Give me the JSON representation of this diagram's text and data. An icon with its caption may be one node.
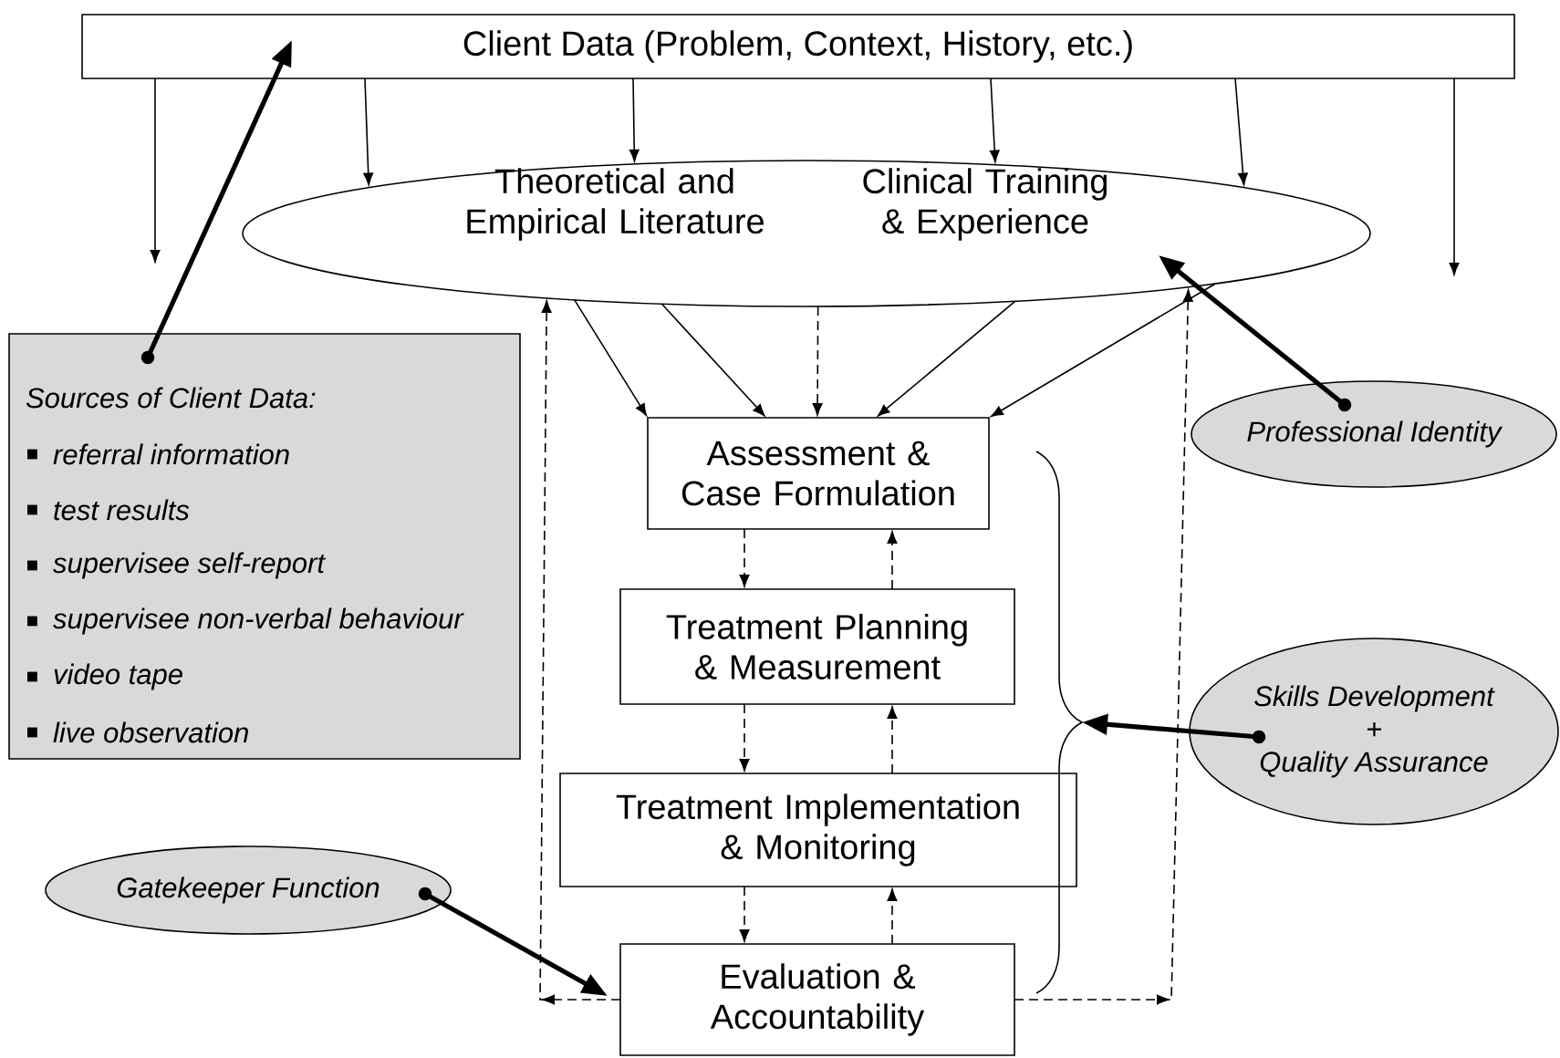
{
  "diagram": {
    "nodes": [
      {
        "text": [
          "Client Data (Problem, Context, History, etc.)"
        ]
      },
      {
        "text": [
          "Theoretical and Empirical Literature",
          "Clinical Training & Experience"
        ]
      },
      {
        "text": [
          "Sources of Client Data:",
          "referral information",
          "test results",
          "supervisee self-report",
          "supervisee non-verbal behaviour",
          "video tape",
          "live observation"
        ]
      },
      {
        "text": [
          "Assessment & Case Formulation"
        ]
      },
      {
        "text": [
          "Treatment Planning & Measurement"
        ]
      },
      {
        "text": [
          "Treatment Implementation & Monitoring"
        ]
      },
      {
        "text": [
          "Evaluation & Accountability"
        ]
      },
      {
        "text": [
          "Professional Identity"
        ]
      },
      {
        "text": [
          "Skills Development",
          "+",
          "Quality Assurance"
        ]
      },
      {
        "text": [
          "Gatekeeper Function"
        ]
      },
      {
        "text": [],
        "shape": "brace"
      }
    ],
    "edges": [
      {
        "from": 0,
        "to": null,
        "arrow": "to"
      },
      {
        "from": 0,
        "to": 1,
        "arrow": "to"
      },
      {
        "from": 0,
        "to": 1,
        "arrow": "to"
      },
      {
        "from": 0,
        "to": 1,
        "arrow": "to"
      },
      {
        "from": 0,
        "to": 1,
        "arrow": "to"
      },
      {
        "from": 0,
        "to": null,
        "arrow": "to"
      },
      {
        "from": 2,
        "to": 0,
        "arrow": "to",
        "style": "thick"
      },
      {
        "from": 1,
        "to": 3,
        "arrow": "to"
      },
      {
        "from": 1,
        "to": 3,
        "arrow": "to"
      },
      {
        "from": 1,
        "to": 3,
        "arrow": "to",
        "style": "dashed"
      },
      {
        "from": 1,
        "to": 3,
        "arrow": "to"
      },
      {
        "from": 1,
        "to": 3,
        "arrow": "to"
      },
      {
        "from": 7,
        "to": 1,
        "arrow": "to",
        "style": "thick"
      },
      {
        "from": 3,
        "to": 4,
        "arrow": "to",
        "style": "dashed"
      },
      {
        "from": 4,
        "to": 3,
        "arrow": "to",
        "style": "dashed"
      },
      {
        "from": 4,
        "to": 5,
        "arrow": "to",
        "style": "dashed"
      },
      {
        "from": 5,
        "to": 4,
        "arrow": "to",
        "style": "dashed"
      },
      {
        "from": 5,
        "to": 6,
        "arrow": "to",
        "style": "dashed"
      },
      {
        "from": 6,
        "to": 5,
        "arrow": "to",
        "style": "dashed"
      },
      {
        "from": 6,
        "to": 1,
        "arrow": "to",
        "style": "dashed"
      },
      {
        "from": 6,
        "to": 1,
        "arrow": "to",
        "style": "dashed"
      },
      {
        "from": 8,
        "to": 10,
        "arrow": "to",
        "style": "thick"
      },
      {
        "from": 9,
        "to": 6,
        "arrow": "to",
        "style": "thick"
      }
    ]
  }
}
